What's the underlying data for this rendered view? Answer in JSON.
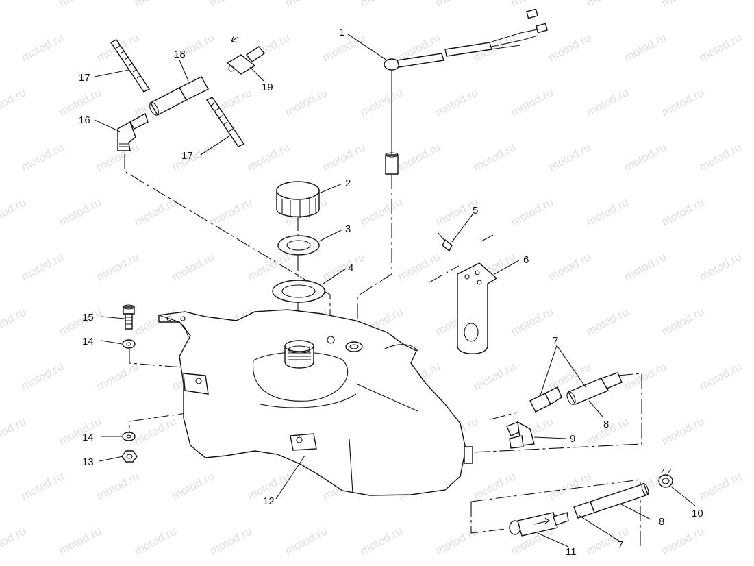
{
  "watermark": "motod.ru",
  "colors": {
    "ink": "#111111",
    "watermark": "#9a9a9a",
    "background": "#ffffff"
  },
  "callouts": [
    {
      "id": "c1",
      "label": "1"
    },
    {
      "id": "c2",
      "label": "2"
    },
    {
      "id": "c3",
      "label": "3"
    },
    {
      "id": "c4",
      "label": "4"
    },
    {
      "id": "c5",
      "label": "5"
    },
    {
      "id": "c6",
      "label": "6"
    },
    {
      "id": "c7a",
      "label": "7"
    },
    {
      "id": "c7b",
      "label": "7"
    },
    {
      "id": "c8a",
      "label": "8"
    },
    {
      "id": "c8b",
      "label": "8"
    },
    {
      "id": "c9",
      "label": "9"
    },
    {
      "id": "c10",
      "label": "10"
    },
    {
      "id": "c11",
      "label": "11"
    },
    {
      "id": "c12",
      "label": "12"
    },
    {
      "id": "c13",
      "label": "13"
    },
    {
      "id": "c14a",
      "label": "14"
    },
    {
      "id": "c14b",
      "label": "14"
    },
    {
      "id": "c15",
      "label": "15"
    },
    {
      "id": "c16",
      "label": "16"
    },
    {
      "id": "c17a",
      "label": "17"
    },
    {
      "id": "c17b",
      "label": "17"
    },
    {
      "id": "c18",
      "label": "18"
    },
    {
      "id": "c19",
      "label": "19"
    }
  ]
}
